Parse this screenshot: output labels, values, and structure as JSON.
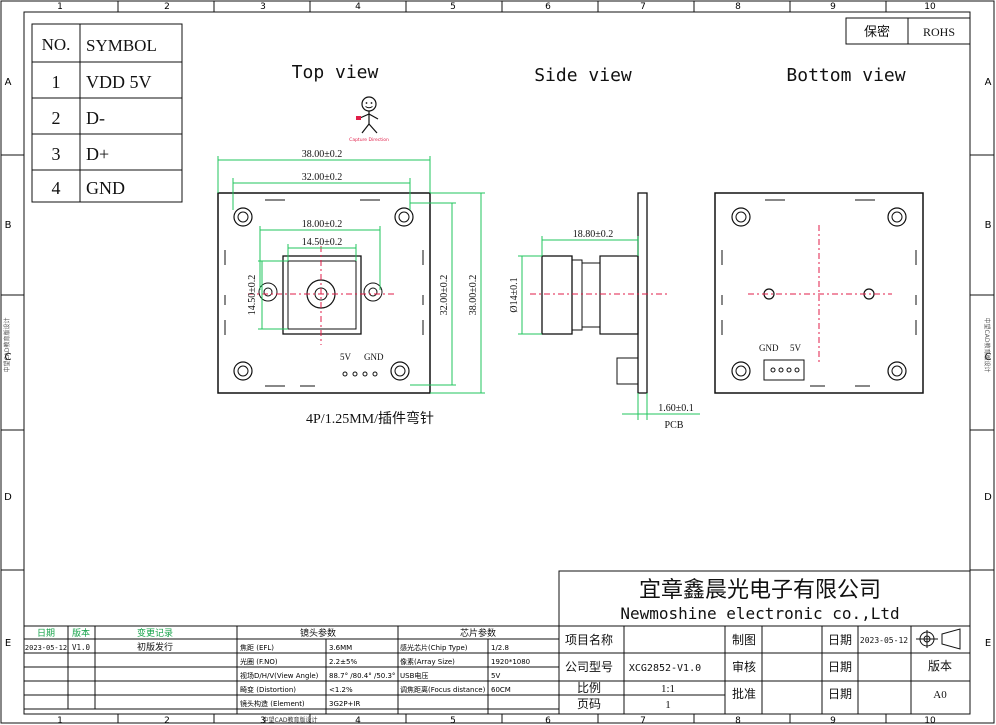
{
  "zones_top": [
    "1",
    "2",
    "3",
    "4",
    "5",
    "6",
    "7",
    "8",
    "9",
    "10"
  ],
  "zones_side": [
    "A",
    "B",
    "C",
    "D",
    "E"
  ],
  "classification": {
    "secret": "保密",
    "rohs": "ROHS"
  },
  "pin_table": {
    "headers": [
      "NO.",
      "SYMBOL"
    ],
    "rows": [
      [
        "1",
        "VDD 5V"
      ],
      [
        "2",
        "D-"
      ],
      [
        "3",
        "D+"
      ],
      [
        "4",
        "GND"
      ]
    ]
  },
  "views": {
    "top": "Top view",
    "side": "Side view",
    "bottom": "Bottom view"
  },
  "logo_caption": "Capture Direction",
  "dims": {
    "w38_top": "38.00±0.2",
    "w32_top": "32.00±0.2",
    "w18": "18.00±0.2",
    "w14_5_top": "14.50±0.2",
    "h14_5": "14.50±0.2",
    "h32": "32.00±0.2",
    "h38": "38.00±0.2",
    "side_len": "18.80±0.2",
    "side_dia": "Ø14±0.1",
    "pcb_thk": "1.60±0.1",
    "pcb": "PCB"
  },
  "labels": {
    "v5": "5V",
    "gnd": "GND",
    "connector": "4P/1.25MM/插件弯针"
  },
  "side_margin_text": "中望CAD教育版设计",
  "company": {
    "cn": "宜章鑫晨光电子有限公司",
    "en": "Newmoshine  electronic co.,Ltd"
  },
  "revision": {
    "headers": [
      "日期",
      "版本",
      "变更记录"
    ],
    "row": [
      "2023-05-12",
      "V1.0",
      "初版发行"
    ]
  },
  "lens": {
    "title": "镜头参数",
    "rows": [
      [
        "焦距 (EFL)",
        "3.6MM"
      ],
      [
        "光圈 (F.NO)",
        "2.2±5%"
      ],
      [
        "视场D/H/V(View Angle)",
        "88.7° /80.4° /50.3°"
      ],
      [
        "畸变 (Distortion)",
        "<1.2%"
      ],
      [
        "镜头构造 (Element)",
        "3G2P+IR"
      ]
    ]
  },
  "chip": {
    "title": "芯片参数",
    "rows": [
      [
        "感光芯片(Chip Type)",
        "1/2.8"
      ],
      [
        "像素(Array Size)",
        "1920*1080"
      ],
      [
        "USB电压",
        "5V"
      ],
      [
        "调焦距离(Focus distance)",
        "60CM"
      ]
    ]
  },
  "title_block": {
    "project_label": "项目名称",
    "model_label": "公司型号",
    "model": "XCG2852-V1.0",
    "scale_label": "比例",
    "scale": "1:1",
    "page_label": "页码",
    "page": "1",
    "draw": "制图",
    "check": "审核",
    "approve": "批准",
    "date": "日期",
    "date_val": "2023-05-12",
    "version": "版本",
    "version_val": "A0"
  },
  "footer_text": "中望CAD教育版设计"
}
